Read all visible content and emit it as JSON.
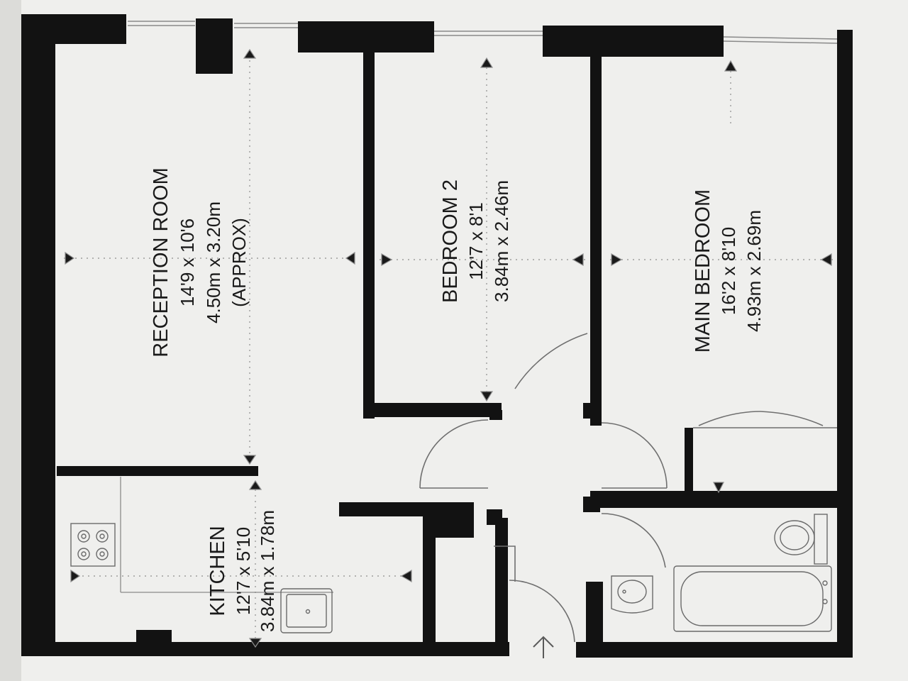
{
  "plan": {
    "background": "#e9e9e7",
    "paper": "#f4f4f2",
    "wall": "#121212",
    "line": "#6f6f6f"
  },
  "rooms": {
    "reception": {
      "name": "RECEPTION ROOM",
      "imperial": "14'9 x 10'6",
      "metric": "4.50m x 3.20m",
      "note": "(APPROX)"
    },
    "bedroom2": {
      "name": "BEDROOM 2",
      "imperial": "12'7 x 8'1",
      "metric": "3.84m x 2.46m"
    },
    "main_bedroom": {
      "name": "MAIN BEDROOM",
      "imperial": "16'2 x 8'10",
      "metric": "4.93m x 2.69m"
    },
    "kitchen": {
      "name": "KITCHEN",
      "imperial": "12'7 x 5'10",
      "metric": "3.84m x 1.78m"
    }
  },
  "icons": {
    "entrance": "entrance-arrow-icon",
    "hob": "hob-icon",
    "sink": "kitchen-sink-icon",
    "toilet": "toilet-icon",
    "basin": "basin-icon",
    "bath": "bath-icon"
  }
}
